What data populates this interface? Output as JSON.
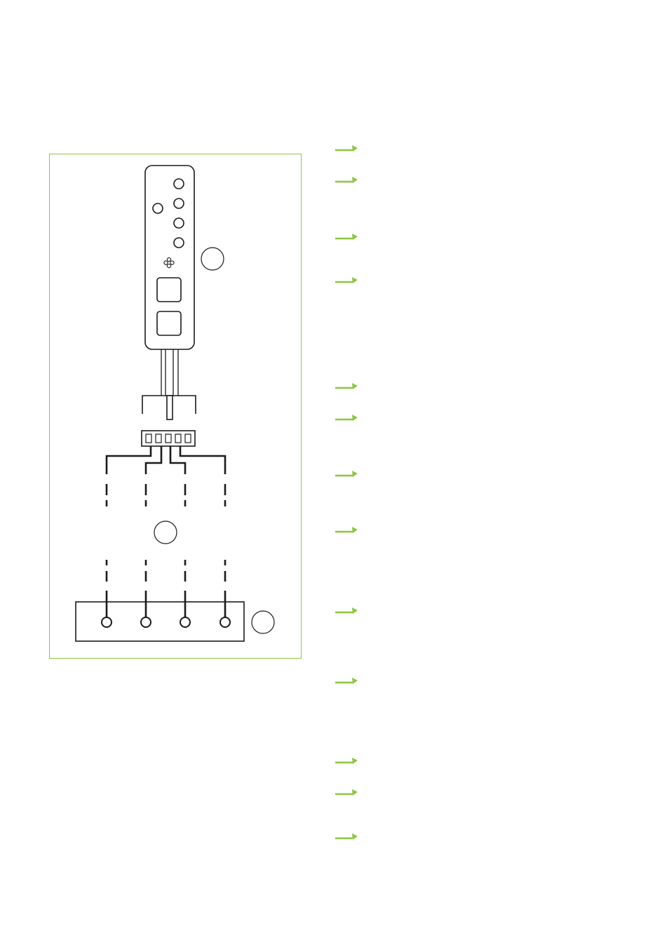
{
  "colors": {
    "accent": "#8dc63f",
    "line": "#1a1a1a",
    "background": "#ffffff"
  },
  "diagram": {
    "control_panel": {
      "indicator_lights": 5,
      "fan_icon": "fan-icon",
      "buttons": 2
    },
    "connector_pins": 5,
    "terminal_block_screws": 4,
    "callout_circles": 3
  },
  "step_arrows": {
    "icon": "arrow-right-icon",
    "count": 13
  }
}
